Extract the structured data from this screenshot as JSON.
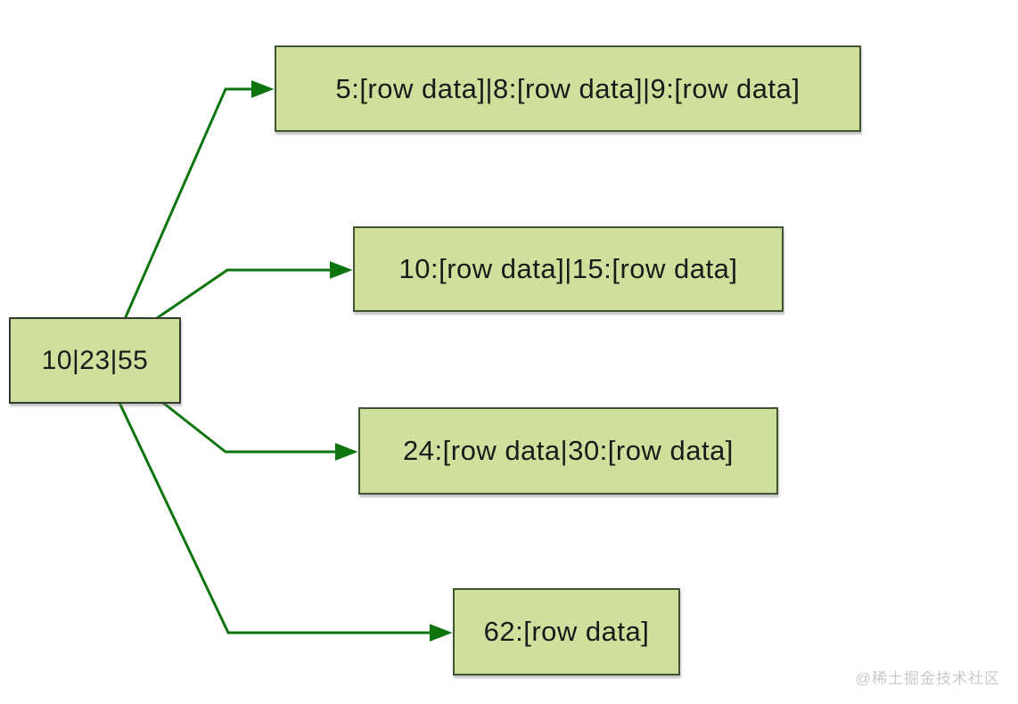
{
  "diagram": {
    "root_node": {
      "label": "10|23|55"
    },
    "leaf_nodes": [
      {
        "label": "5:[row data]|8:[row data]|9:[row data]"
      },
      {
        "label": "10:[row data]|15:[row data]"
      },
      {
        "label": "24:[row data|30:[row data]"
      },
      {
        "label": "62:[row data]"
      }
    ],
    "edges": [
      {
        "from": "root-node",
        "to": "leaf-node-1"
      },
      {
        "from": "root-node",
        "to": "leaf-node-2"
      },
      {
        "from": "root-node",
        "to": "leaf-node-3"
      },
      {
        "from": "root-node",
        "to": "leaf-node-4"
      }
    ]
  },
  "watermark": {
    "text": "@稀土掘金技术社区"
  },
  "colors": {
    "node_fill": "#cee09b",
    "node_border": "#3e5434",
    "root_node_border": "#333a2e",
    "arrow": "#0e750e",
    "node_text": "#1a1a1a",
    "watermark_text": "#c9c9c9",
    "background": "#ffffff"
  }
}
